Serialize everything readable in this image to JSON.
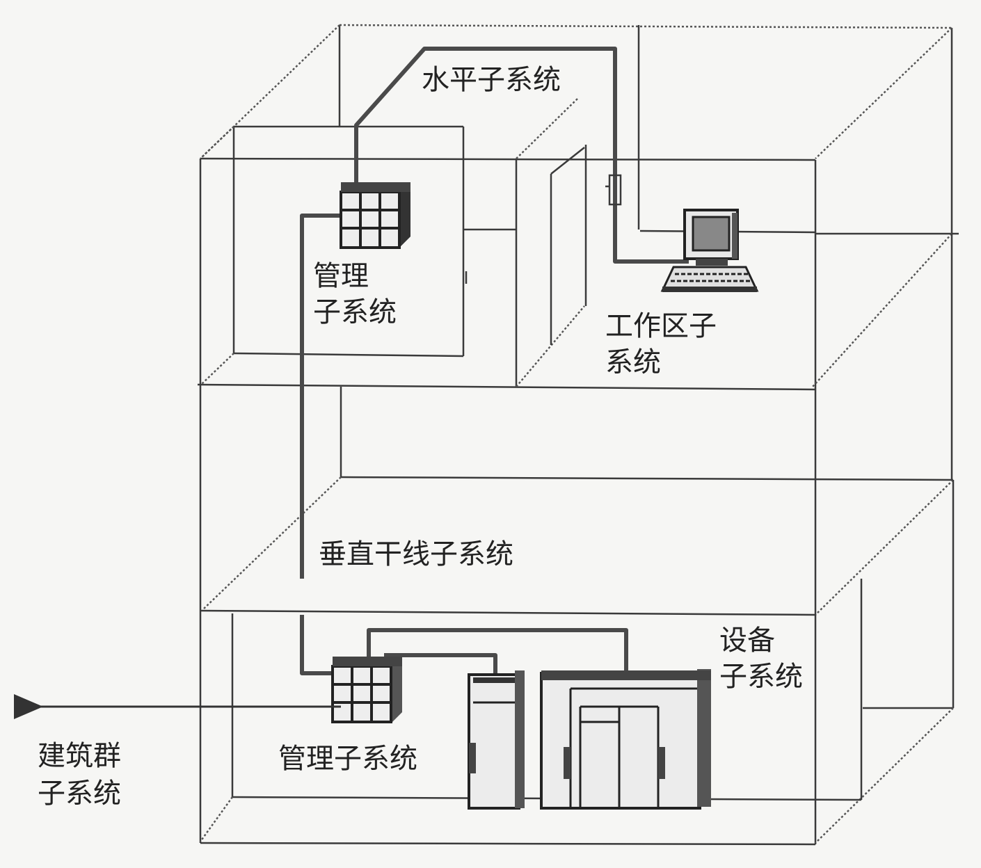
{
  "labels": {
    "horizontal": "水平子系统",
    "admin_top_line1": "管理",
    "admin_top_line2": "子系统",
    "work_area_line1": "工作区子",
    "work_area_line2": "系统",
    "vertical": "垂直干线子系统",
    "equipment_line1": "设备",
    "equipment_line2": "子系统",
    "admin_bottom": "管理子系统",
    "campus_line1": "建筑群",
    "campus_line2": "子系统"
  },
  "colors": {
    "line": "#3a3a3a",
    "dotted": "#555555",
    "cable": "#4a4a4a",
    "equipment_fill": "#ececec",
    "equipment_shadow": "#555555"
  },
  "icons": {
    "patch_panel": "patch-panel-icon",
    "computer": "computer-icon",
    "server": "server-cabinet-icon",
    "arrow": "arrow-left-icon"
  }
}
